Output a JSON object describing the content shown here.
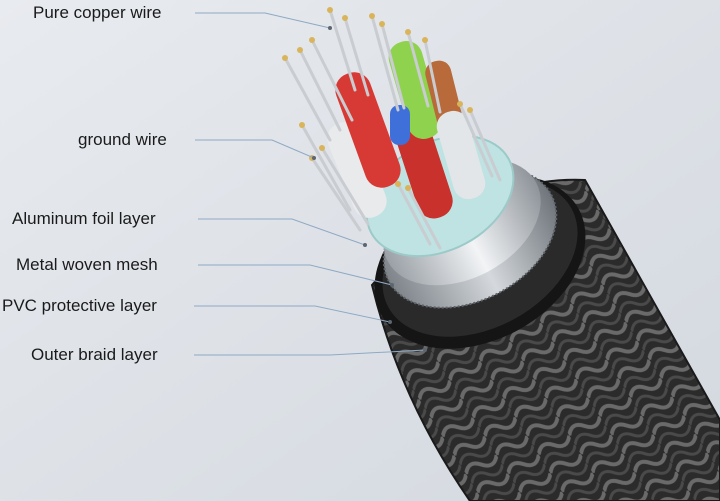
{
  "diagram": {
    "callouts": [
      {
        "label": "Pure copper wire"
      },
      {
        "label": "ground wire"
      },
      {
        "label": "Aluminum foil layer"
      },
      {
        "label": "Metal woven mesh"
      },
      {
        "label": "PVC protective layer"
      },
      {
        "label": "Outer braid layer"
      }
    ]
  },
  "colors": {
    "background": "#dfe3e9",
    "callout_line": "#8fa9c4",
    "braid": "#2e2e2e",
    "pvc_ring": "#161616",
    "mesh": "#aab0b6",
    "foil": "#bfe3e2",
    "wire_red": "#d73a34",
    "wire_green": "#8fd24d",
    "wire_white": "#e9eaec",
    "wire_blue": "#3f6fd8",
    "wire_brown": "#b86a3b",
    "copper": "#d9b45a"
  }
}
